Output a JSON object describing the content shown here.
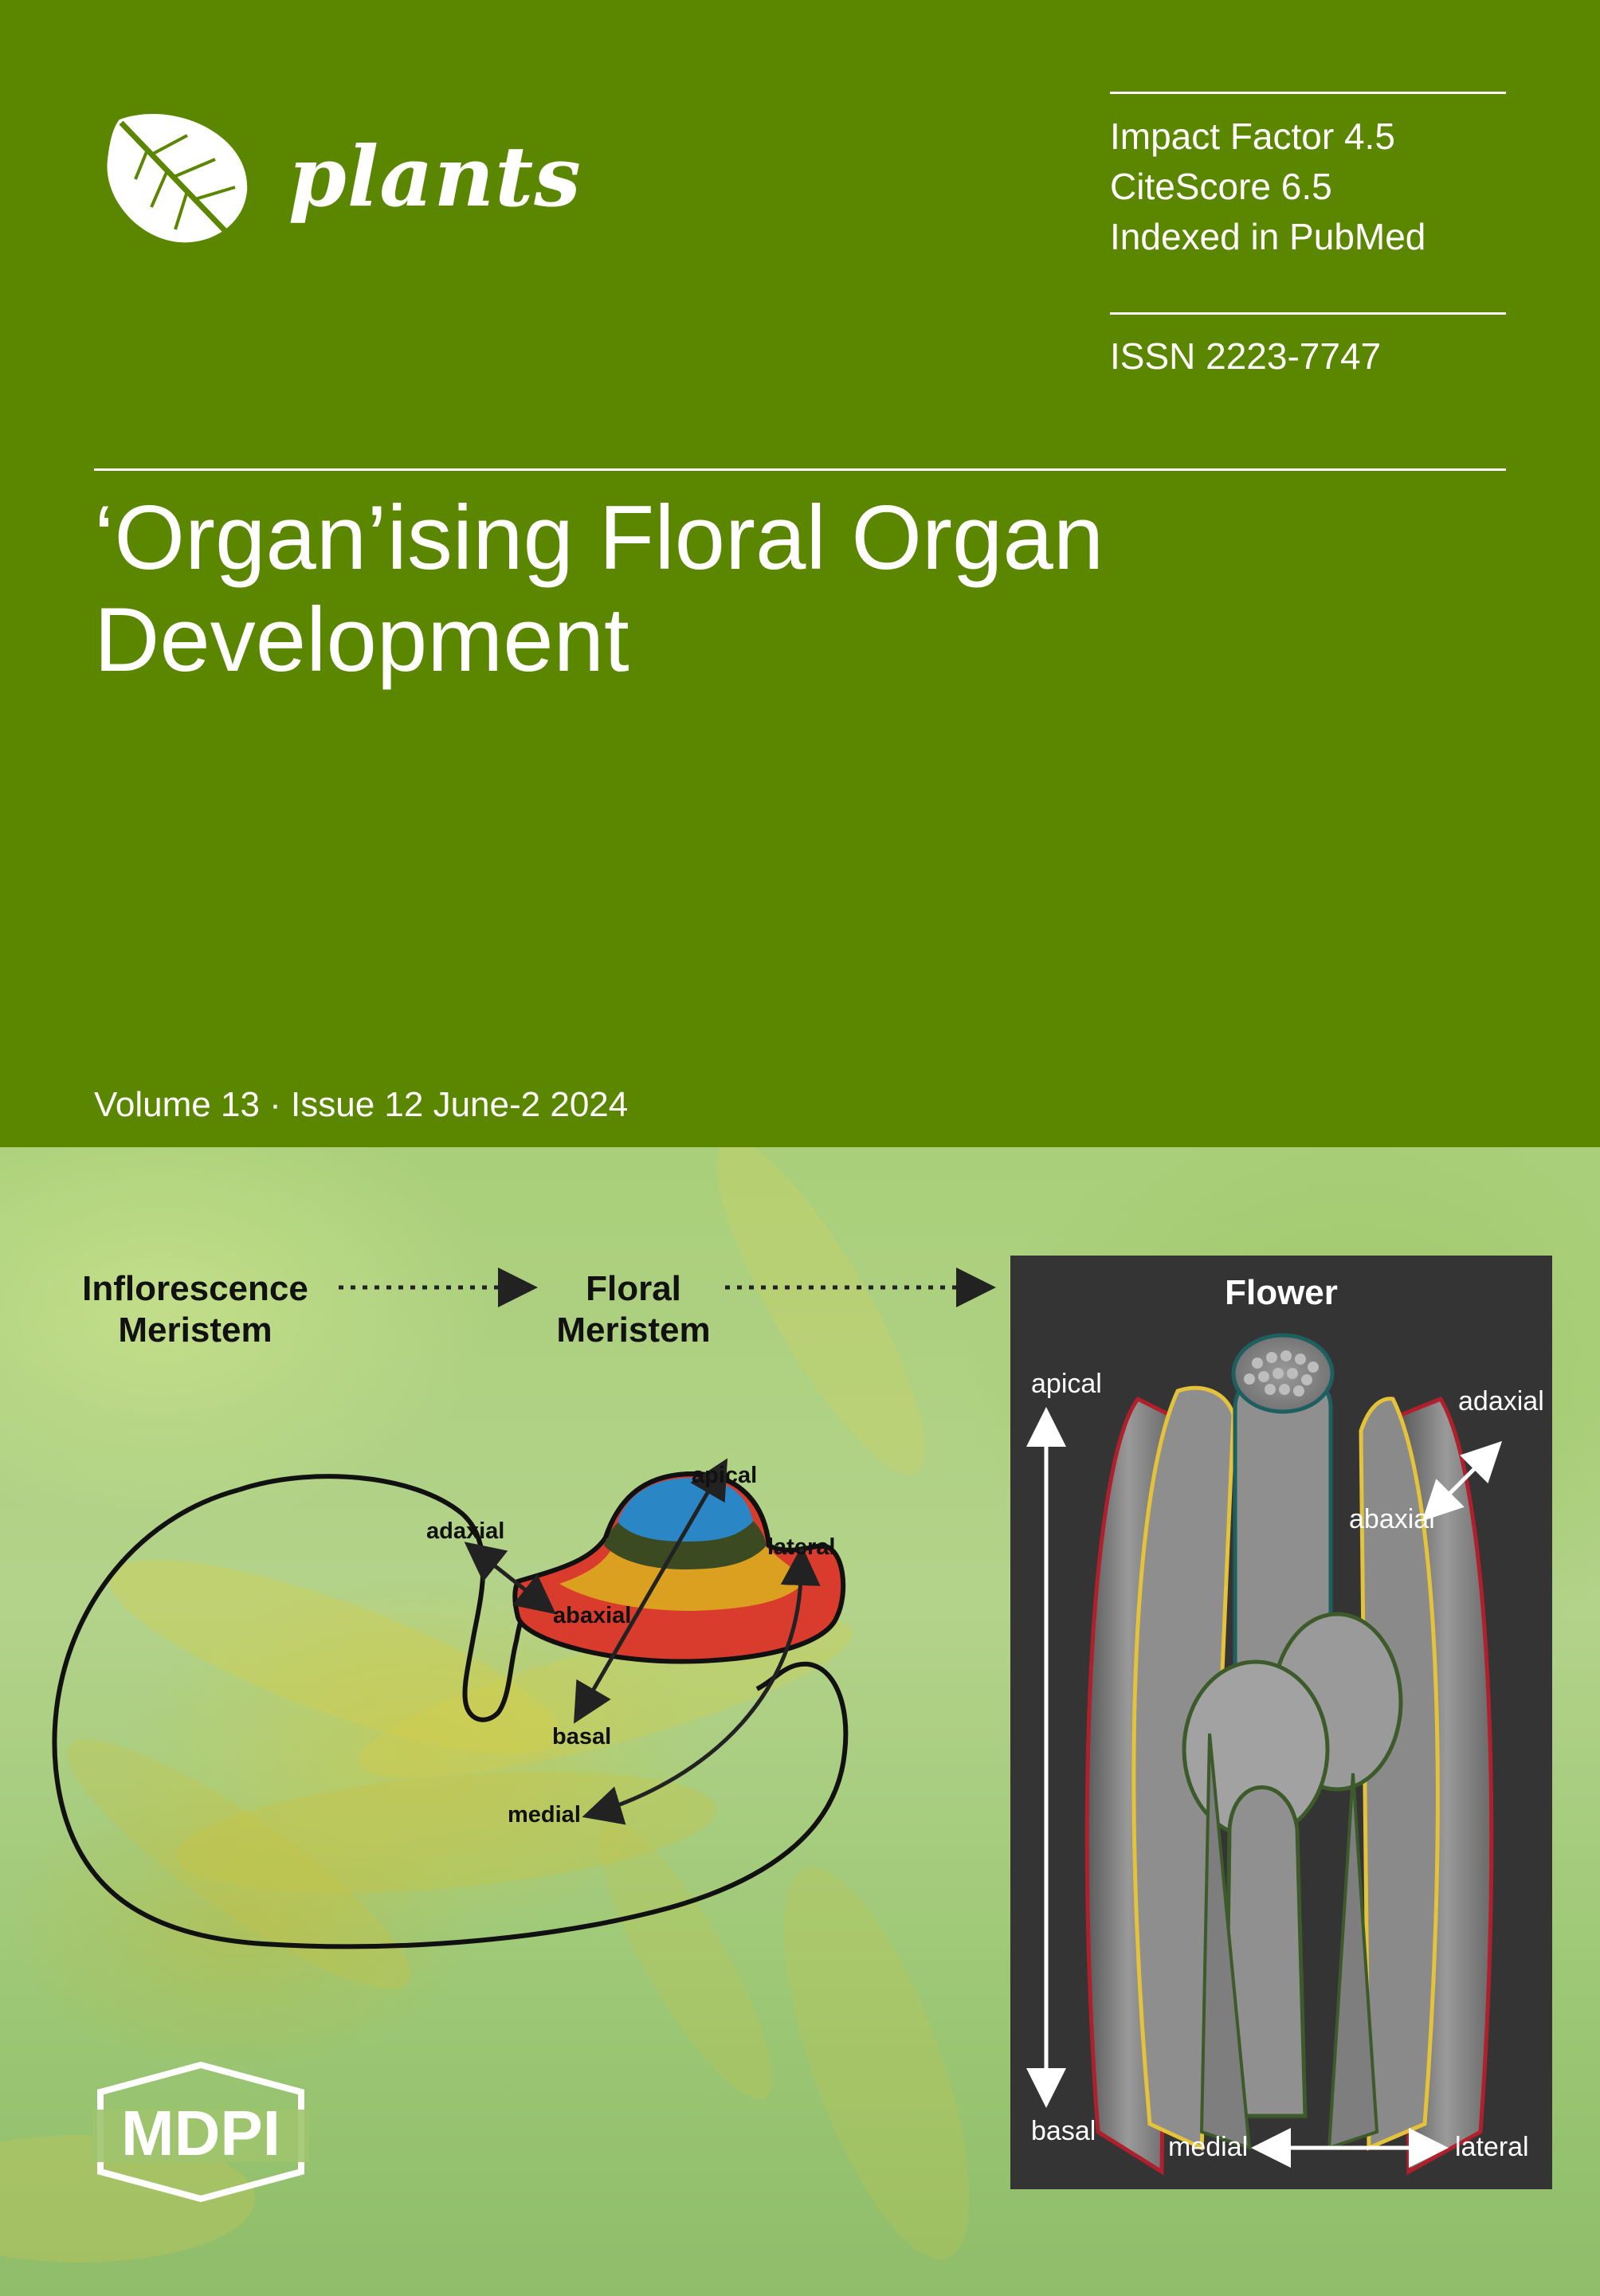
{
  "journal": {
    "name": "plants"
  },
  "metrics": {
    "impact_factor": "Impact Factor 4.5",
    "citescore": "CiteScore 6.5",
    "indexed": "Indexed in PubMed"
  },
  "issn": "ISSN 2223-7747",
  "cover_title": {
    "line1": "‘Organ’ising Floral Organ",
    "line2": "Development"
  },
  "volume": "Volume 13 · Issue 12 June-2 2024",
  "diagram": {
    "inflorescence": {
      "line1": "Inflorescence",
      "line2": "Meristem"
    },
    "floral": {
      "line1": "Floral",
      "line2": "Meristem"
    },
    "labels": {
      "adaxial": "adaxial",
      "abaxial": "abaxial",
      "apical": "apical",
      "lateral": "lateral",
      "basal": "basal",
      "medial": "medial"
    }
  },
  "flower_panel": {
    "title": "Flower",
    "apical": "apical",
    "basal": "basal",
    "adaxial": "adaxial",
    "abaxial": "abaxial",
    "medial": "medial",
    "lateral": "lateral"
  },
  "publisher": "MDPI",
  "colors": {
    "cover_green": "#5b8600",
    "meristem_blue": "#2a86c4",
    "meristem_dark": "#3c4a22",
    "meristem_orange": "#dba020",
    "meristem_red": "#d93b2d"
  },
  "icons": {
    "journal_logo": "leaf-icon",
    "publisher_logo": "hexagon-logo"
  }
}
